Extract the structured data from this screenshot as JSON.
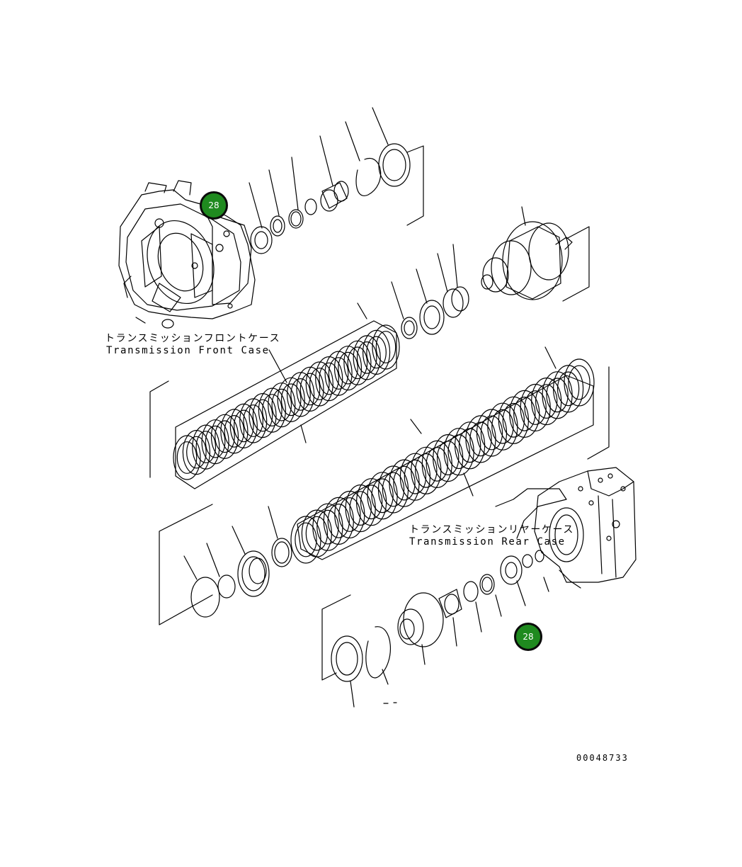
{
  "front_case": {
    "label_jp": "トランスミッションフロントケース",
    "label_en": "Transmission Front Case"
  },
  "rear_case": {
    "label_jp": "トランスミッションリヤーケース",
    "label_en": "Transmission Rear Case"
  },
  "callouts": [
    {
      "ref": "28"
    },
    {
      "ref": "28"
    }
  ],
  "document_number": "00048733",
  "colors": {
    "badge_fill": "#1f8a1f",
    "badge_border": "#0b0b0b",
    "line": "#000000"
  }
}
